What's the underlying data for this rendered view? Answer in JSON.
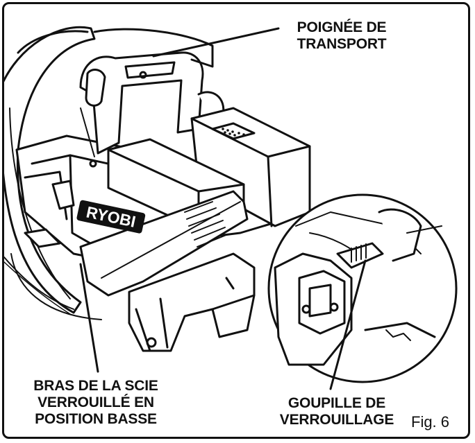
{
  "labels": {
    "handle_line1": "POIGNÉE DE",
    "handle_line2": "TRANSPORT",
    "arm_line1": "BRAS DE LA SCIE",
    "arm_line2": "VERROUILLÉ EN",
    "arm_line3": "POSITION BASSE",
    "pin_line1": "GOUPILLE DE",
    "pin_line2": "VERROUILLAGE"
  },
  "brand": "RYOBI",
  "figure": "Fig. 6"
}
